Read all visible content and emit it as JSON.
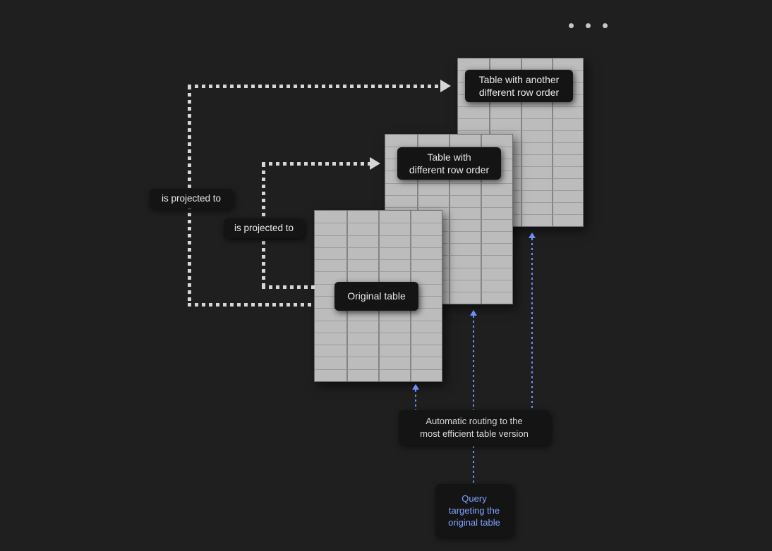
{
  "colors": {
    "background": "#1f1f1f",
    "table_bg": "#bcbcbc",
    "grid_dark": "#858585",
    "grid_mid": "#9b9b9b",
    "label_bg": "#141414",
    "label_text": "#e9e9e9",
    "arrow_gray": "#d6d6d6",
    "arrow_blue": "#6e8ff5",
    "query_text": "#7da2ff",
    "dot_color": "#c6c6c6"
  },
  "ellipsis_dots": 3,
  "tables": [
    {
      "id": "original",
      "rows": 14,
      "cols": 4,
      "label": "Original table"
    },
    {
      "id": "different",
      "rows": 14,
      "cols": 4,
      "label": "Table with\ndifferent row order"
    },
    {
      "id": "another",
      "rows": 14,
      "cols": 4,
      "label": "Table with another\ndifferent row order"
    }
  ],
  "edges": {
    "projected_to_another": "is projected to",
    "projected_to_different": "is projected to"
  },
  "routing_note": "Automatic routing to the\nmost efficient table version",
  "query_note": "Query\ntargeting the\noriginal table"
}
